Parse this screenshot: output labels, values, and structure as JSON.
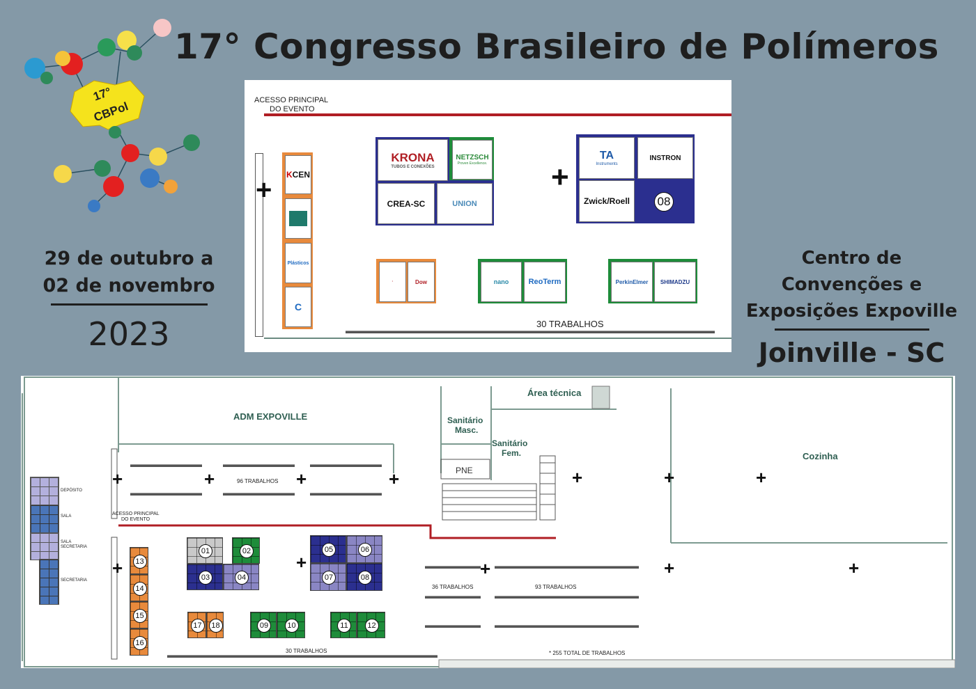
{
  "header": {
    "title": "17° Congresso Brasileiro de Polímeros",
    "logo_text_1": "17°",
    "logo_text_2": "CBPol"
  },
  "event": {
    "date_line1": "29 de outubro  a",
    "date_line2": "02 de novembro",
    "year": "2023",
    "venue_line1": "Centro de Convenções e",
    "venue_line2": "Exposições Expoville",
    "city": "Joinville - SC"
  },
  "detail_map": {
    "entrance_line1": "ACESSO PRINCIPAL",
    "entrance_line2": "DO EVENTO",
    "posters": "30 TRABALHOS",
    "exhibitors": [
      "KCEN",
      "KRONA",
      "TUBOS E CONEXÕES",
      "NETZSCH",
      "Proven Excellence.",
      "CREA-SC",
      "UNION",
      "TA",
      "Instruments",
      "INSTRON",
      "Zwick",
      "Roell",
      "08",
      "Dow",
      "ReoTerm",
      "PerkinElmer",
      "SHIMADZU",
      "Plásticos"
    ]
  },
  "floor_plan": {
    "rooms": {
      "adm": "ADM EXPOVILLE",
      "tech": "Área técnica",
      "sanit_masc_1": "Sanitário",
      "sanit_masc_2": "Masc.",
      "sanit_fem_1": "Sanitário",
      "sanit_fem_2": "Fem.",
      "pne": "PNE",
      "kitchen": "Cozinha",
      "deposito": "DEPÓSITO",
      "sala": "SALA",
      "sala_sec_1": "SALA",
      "sala_sec_2": "SECRETARIA",
      "secretaria": "SECRETARIA"
    },
    "entrance_line1": "ACESSO PRINCIPAL",
    "entrance_line2": "DO EVENTO",
    "posters_96": "96 TRABALHOS",
    "posters_36": "36 TRABALHOS",
    "posters_93": "93 TRABALHOS",
    "posters_30": "30 TRABALHOS",
    "total": "* 255 TOTAL DE TRABALHOS",
    "booths": [
      "01",
      "02",
      "03",
      "04",
      "05",
      "06",
      "07",
      "08",
      "09",
      "10",
      "11",
      "12",
      "13",
      "14",
      "15",
      "16",
      "17",
      "18"
    ]
  },
  "colors": {
    "background": "#8499a7",
    "gray_booth": "#c9c9c9",
    "green_booth": "#1e8c3a",
    "navy_booth": "#2b2f8f",
    "lavender_booth": "#8a86c4",
    "orange_booth": "#e88a3c",
    "wall_red": "#b01e24"
  }
}
